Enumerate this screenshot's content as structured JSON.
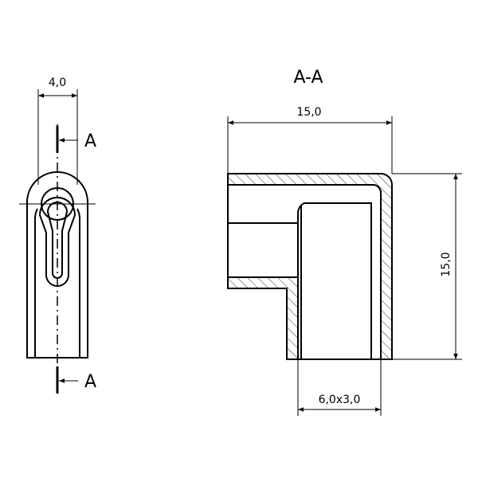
{
  "front_view": {
    "width_dim": "4,0",
    "section_label_top": "A",
    "section_label_bottom": "A"
  },
  "section_view": {
    "title": "A-A",
    "top_width_dim": "15,0",
    "height_dim": "15,0",
    "opening_dim": "6,0x3,0"
  }
}
